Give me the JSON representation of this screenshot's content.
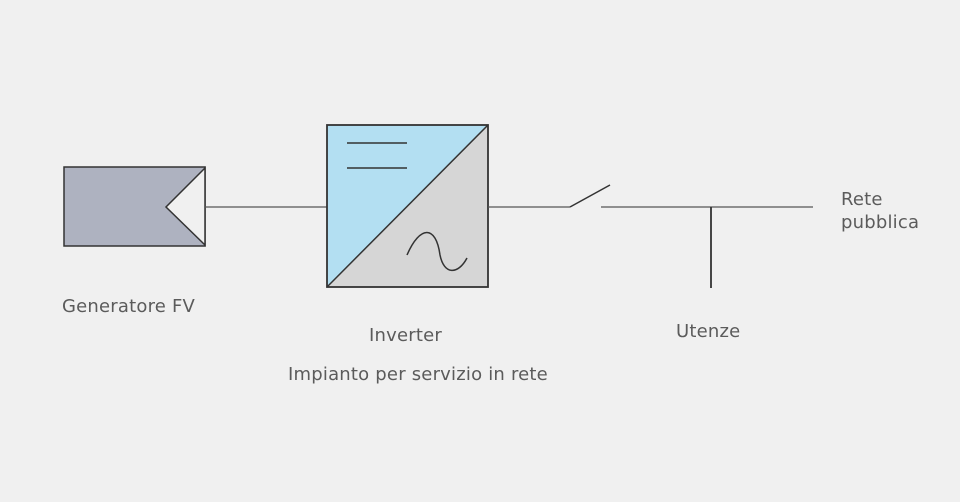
{
  "labels": {
    "generator": "Generatore FV",
    "inverter": "Inverter",
    "caption": "Impianto per servizio in rete",
    "loads": "Utenze",
    "grid_line1": "Rete",
    "grid_line2": "pubblica"
  },
  "colors": {
    "background": "#f0f0f0",
    "panel_fill": "#aeb2c0",
    "inverter_dc_fill": "#b3dff2",
    "inverter_ac_fill": "#d6d6d6",
    "stroke": "#333333",
    "text": "#5b5b5b"
  }
}
